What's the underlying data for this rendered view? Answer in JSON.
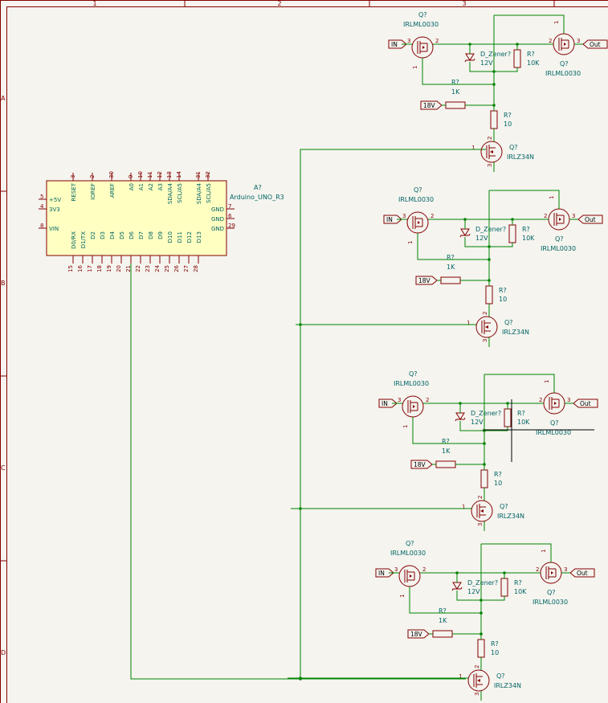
{
  "frame": {
    "columns": [
      "1",
      "2",
      "3"
    ],
    "rows": [
      "A",
      "B",
      "C",
      "D"
    ]
  },
  "arduino": {
    "ref": "A?",
    "value": "Arduino_UNO_R3",
    "top_pins": [
      {
        "num": "3",
        "name": "RESET"
      },
      {
        "num": "2",
        "name": "IOREF"
      },
      {
        "num": "30",
        "name": "AREF"
      },
      {
        "num": "9",
        "name": "A0"
      },
      {
        "num": "10",
        "name": "A1"
      },
      {
        "num": "11",
        "name": "A2"
      },
      {
        "num": "12",
        "name": "A3"
      },
      {
        "num": "13",
        "name": "SDA/A4"
      },
      {
        "num": "14",
        "name": "SCL/A5"
      },
      {
        "num": "31",
        "name": "SDA/A4"
      },
      {
        "num": "32",
        "name": "SCL/A5"
      }
    ],
    "left_pins": [
      {
        "num": "5",
        "name": "+5V"
      },
      {
        "num": "4",
        "name": "3V3"
      },
      {
        "num": "8",
        "name": "VIN"
      }
    ],
    "right_pins": [
      {
        "num": "7",
        "name": "GND"
      },
      {
        "num": "6",
        "name": "GND"
      },
      {
        "num": "29",
        "name": "GND"
      }
    ],
    "bottom_pins": [
      {
        "num": "15",
        "name": "D0/RX"
      },
      {
        "num": "16",
        "name": "D1/TX"
      },
      {
        "num": "17",
        "name": "D2"
      },
      {
        "num": "18",
        "name": "D3"
      },
      {
        "num": "19",
        "name": "D4"
      },
      {
        "num": "20",
        "name": "D5"
      },
      {
        "num": "21",
        "name": "D6"
      },
      {
        "num": "22",
        "name": "D7"
      },
      {
        "num": "23",
        "name": "D8"
      },
      {
        "num": "24",
        "name": "D9"
      },
      {
        "num": "25",
        "name": "D10"
      },
      {
        "num": "26",
        "name": "D11"
      },
      {
        "num": "27",
        "name": "D12"
      },
      {
        "num": "28",
        "name": "D13"
      }
    ]
  },
  "channels": [
    {
      "in_label": "IN",
      "out_label": "Out",
      "supply_label": "18V",
      "q_in_ref": "Q?",
      "q_in_value": "IRLML0030",
      "q_out_ref": "Q?",
      "q_out_value": "IRLML0030",
      "zener_ref": "D_Zener?",
      "zener_value": "12V",
      "r_top_ref": "R?",
      "r_top_value": "10K",
      "r_mid_ref": "R?",
      "r_mid_value": "1K",
      "r_gate_ref": "R?",
      "r_gate_value": "10",
      "q_drv_ref": "Q?",
      "q_drv_value": "IRLZ34N",
      "pins": {
        "in_g": "2",
        "in_s": "3",
        "in_d": "1",
        "out_g": "2",
        "out_s": "3",
        "out_d": "1",
        "drv_g": "1",
        "drv_d": "2",
        "drv_s": "3"
      }
    },
    {
      "in_label": "IN",
      "out_label": "Out",
      "supply_label": "18V",
      "q_in_ref": "Q?",
      "q_in_value": "IRLML0030",
      "q_out_ref": "Q?",
      "q_out_value": "IRLML0030",
      "zener_ref": "D_Zener?",
      "zener_value": "12V",
      "r_top_ref": "R?",
      "r_top_value": "10K",
      "r_mid_ref": "R?",
      "r_mid_value": "1K",
      "r_gate_ref": "R?",
      "r_gate_value": "10",
      "q_drv_ref": "Q?",
      "q_drv_value": "IRLZ34N",
      "pins": {
        "in_g": "2",
        "in_s": "3",
        "in_d": "1",
        "out_g": "2",
        "out_s": "3",
        "out_d": "1",
        "drv_g": "1",
        "drv_d": "2",
        "drv_s": "3"
      }
    },
    {
      "in_label": "IN",
      "out_label": "Out",
      "supply_label": "18V",
      "q_in_ref": "Q?",
      "q_in_value": "IRLML0030",
      "q_out_ref": "Q?",
      "q_out_value": "IRLML0030",
      "zener_ref": "D_Zener?",
      "zener_value": "12V",
      "r_top_ref": "R?",
      "r_top_value": "10K",
      "r_mid_ref": "R?",
      "r_mid_value": "1K",
      "r_gate_ref": "R?",
      "r_gate_value": "10",
      "q_drv_ref": "Q?",
      "q_drv_value": "IRLZ34N",
      "pins": {
        "in_g": "2",
        "in_s": "3",
        "in_d": "1",
        "out_g": "2",
        "out_s": "3",
        "out_d": "1",
        "drv_g": "1",
        "drv_d": "2",
        "drv_s": "3"
      }
    },
    {
      "in_label": "IN",
      "out_label": "Out",
      "supply_label": "18V",
      "q_in_ref": "Q?",
      "q_in_value": "IRLML0030",
      "q_out_ref": "Q?",
      "q_out_value": "IRLML0030",
      "zener_ref": "D_Zener?",
      "zener_value": "12V",
      "r_top_ref": "R?",
      "r_top_value": "10K",
      "r_mid_ref": "R?",
      "r_mid_value": "1K",
      "r_gate_ref": "R?",
      "r_gate_value": "10",
      "q_drv_ref": "Q?",
      "q_drv_value": "IRLZ34N",
      "pins": {
        "in_g": "2",
        "in_s": "3",
        "in_d": "1",
        "out_g": "2",
        "out_s": "3",
        "out_d": "1",
        "drv_g": "1",
        "drv_d": "2",
        "drv_s": "3"
      }
    }
  ]
}
